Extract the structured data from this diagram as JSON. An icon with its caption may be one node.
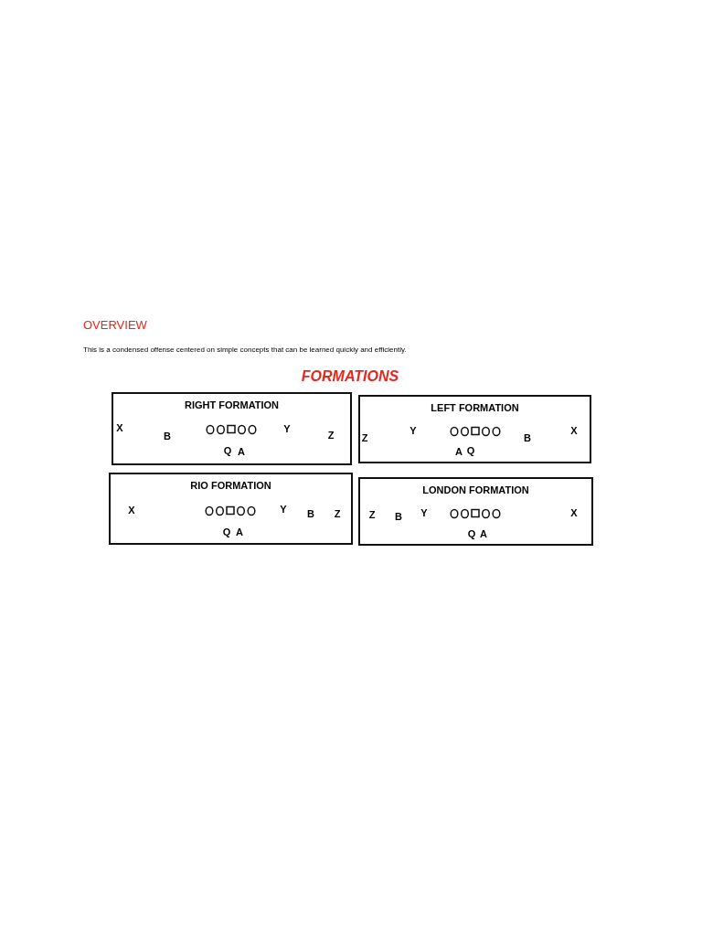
{
  "diagram": {
    "title": "FORMATIONS",
    "nodes": [
      {
        "text": [
          "RIGHT FORMATION"
        ]
      },
      {
        "text": [
          "LEFT FORMATION"
        ]
      },
      {
        "text": [
          "RIO FORMATION"
        ]
      },
      {
        "text": [
          "LONDON FORMATION"
        ]
      }
    ],
    "labels": [
      "OVERVIEW",
      "This is a condensed offense centered on simple concepts that can be learned quickly and efficiently.",
      "X",
      "B",
      "Y",
      "Z",
      "Q",
      "A",
      "Z",
      "Y",
      "B",
      "X",
      "A",
      "Q",
      "X",
      "Y",
      "B",
      "Z",
      "Q",
      "A",
      "Z",
      "B",
      "Y",
      "X",
      "Q",
      "A"
    ]
  }
}
